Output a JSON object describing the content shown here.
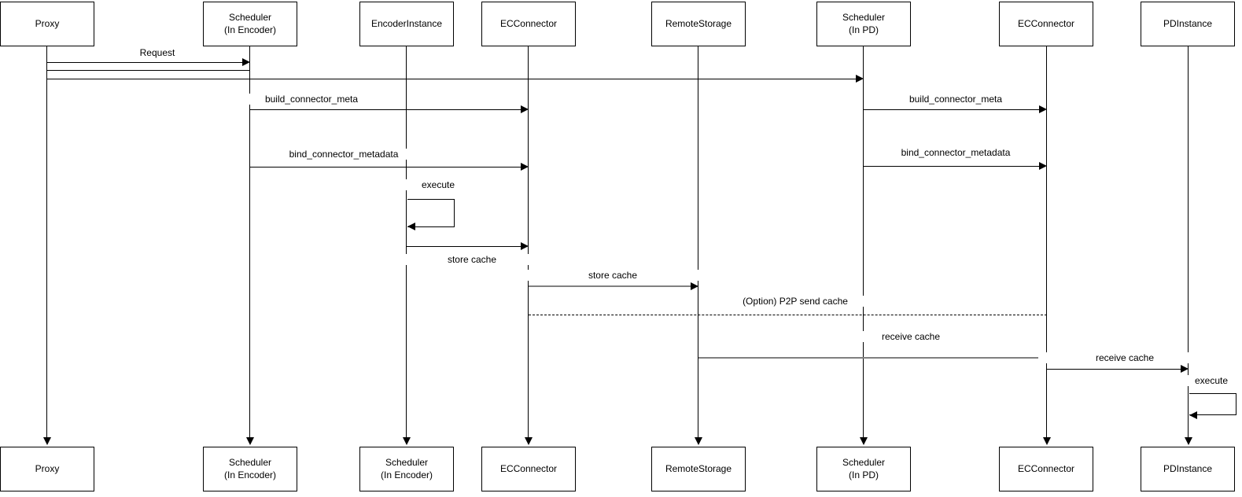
{
  "diagram_type": "uml-sequence-diagram",
  "colors": {
    "background": "#ffffff",
    "stroke": "#000000",
    "gray_arrow": "#808080",
    "text": "#000000"
  },
  "participants": [
    {
      "name": "Proxy"
    },
    {
      "name": "Scheduler\n(In Encoder)"
    },
    {
      "name": "EncoderInstance"
    },
    {
      "name": "ECConnector"
    },
    {
      "name": "RemoteStorage"
    },
    {
      "name": "Scheduler\n(In PD)"
    },
    {
      "name": "ECConnector"
    },
    {
      "name": "PDInstance"
    }
  ],
  "footer_participants": [
    {
      "name": "Proxy"
    },
    {
      "name": "Scheduler\n(In Encoder)"
    },
    {
      "name": "Scheduler\n(In Encoder)"
    },
    {
      "name": "ECConnector"
    },
    {
      "name": "RemoteStorage"
    },
    {
      "name": "Scheduler\n(In PD)"
    },
    {
      "name": "ECConnector"
    },
    {
      "name": "PDInstance"
    }
  ],
  "messages": [
    {
      "label": "Request",
      "from": "Proxy",
      "to": "Scheduler (In Encoder)",
      "style": "solid-arrow"
    },
    {
      "label": "",
      "from": "Proxy",
      "to": "Scheduler (In Encoder)",
      "style": "solid-line"
    },
    {
      "label": "",
      "from": "Proxy",
      "to": "Scheduler (In PD)",
      "style": "solid-arrow"
    },
    {
      "label": "build_connector_meta",
      "from": "Scheduler (In Encoder)",
      "to": "ECConnector",
      "style": "solid-arrow"
    },
    {
      "label": "build_connector_meta",
      "from": "Scheduler (In PD)",
      "to": "ECConnector",
      "style": "solid-arrow"
    },
    {
      "label": "bind_connector_metadata",
      "from": "Scheduler (In Encoder)",
      "to": "ECConnector",
      "style": "solid-arrow"
    },
    {
      "label": "bind_connector_metadata",
      "from": "Scheduler (In PD)",
      "to": "ECConnector",
      "style": "solid-arrow"
    },
    {
      "label": "execute",
      "from": "EncoderInstance",
      "to": "EncoderInstance",
      "style": "self-loop"
    },
    {
      "label": "store cache",
      "from": "EncoderInstance",
      "to": "ECConnector",
      "style": "solid-arrow"
    },
    {
      "label": "store cache",
      "from": "ECConnector",
      "to": "RemoteStorage",
      "style": "gray-arrow"
    },
    {
      "label": "(Option) P2P send cache",
      "from": "ECConnector",
      "to": "ECConnector (PD side)",
      "style": "dashed-line"
    },
    {
      "label": "receive cache",
      "from": "RemoteStorage",
      "to": "ECConnector (PD side)",
      "style": "gray-arrow"
    },
    {
      "label": "receive cache",
      "from": "ECConnector (PD side)",
      "to": "PDInstance",
      "style": "solid-arrow"
    },
    {
      "label": "execute",
      "from": "PDInstance",
      "to": "PDInstance",
      "style": "self-loop"
    }
  ]
}
